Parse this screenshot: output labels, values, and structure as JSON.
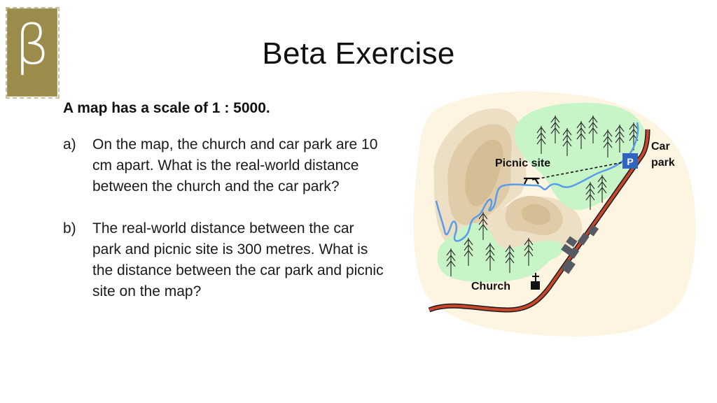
{
  "header": {
    "logo_glyph": "β",
    "title": "Beta Exercise"
  },
  "problem": {
    "lead": "A map has a scale of 1 : 5000.",
    "questions": [
      {
        "label": "a)",
        "text": "On the map, the church and car park are 10 cm apart. What is the real-world distance between the church and the car park?"
      },
      {
        "label": "b)",
        "text": "The real-world distance between the car park and picnic site is 300 metres. What is the distance between the car park and picnic site on the map?"
      }
    ]
  },
  "map": {
    "labels": {
      "picnic_site": "Picnic site",
      "car_park_line1": "Car",
      "car_park_line2": "park",
      "church": "Church",
      "parking_symbol": "P"
    },
    "colors": {
      "land": "#fdf5e2",
      "hill_outer": "#ecdfc4",
      "hill_mid": "#e0cca8",
      "hill_inner": "#d5bd95",
      "forest": "#c8f5c8",
      "river": "#5b9be8",
      "road_fill": "#c8462a",
      "road_edge": "#1a1a1a",
      "buildings": "#555a63",
      "parking": "#2f64c0"
    }
  },
  "logo_color": "#9c8c4c"
}
